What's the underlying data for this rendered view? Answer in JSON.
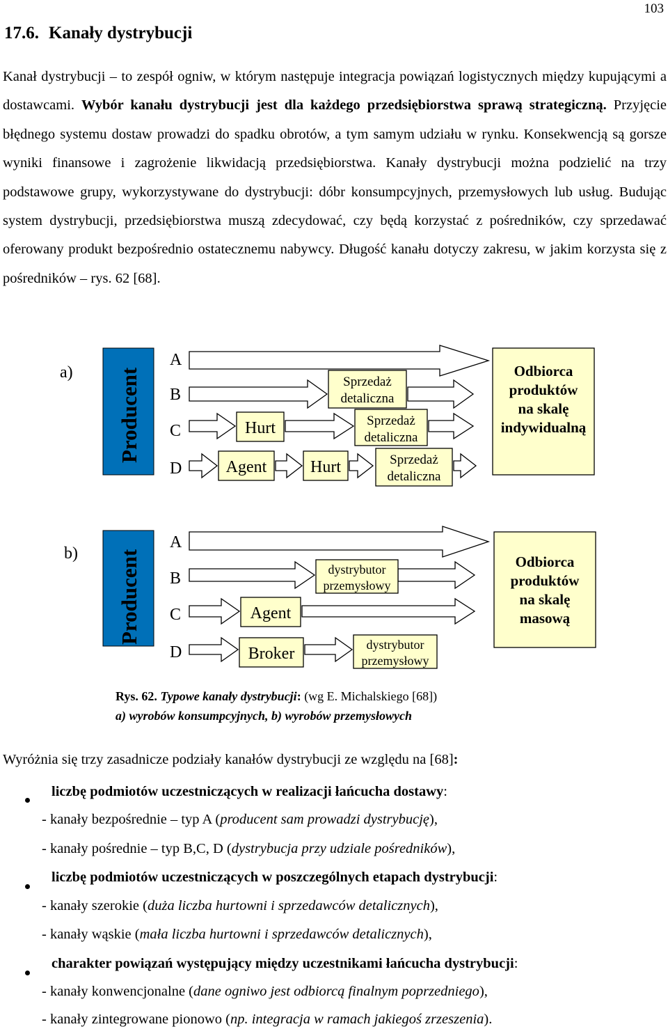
{
  "page_number": "103",
  "heading": {
    "number": "17.6.",
    "title": "Kanały dystrybucji"
  },
  "paragraph": {
    "s1": "Kanał dystrybucji – to zespół ogniw, w którym następuje integracja powiązań logistycznych między kupującymi a dostawcami. ",
    "s2_bold": "Wybór kanału dystrybucji jest dla każdego przedsiębiorstwa sprawą strategiczną.",
    "s3": " Przyjęcie błędnego systemu dostaw prowadzi do spadku obrotów, a tym samym udziału w rynku. Konsekwencją są gorsze wyniki finansowe i zagrożenie likwidacją przedsiębiorstwa. Kanały dystrybucji można podzielić na trzy podstawowe grupy, wykorzystywane do dystrybucji: dóbr konsumpcyjnych, przemysłowych lub usług. Budując system dystrybucji, przedsiębiorstwa muszą zdecydować, czy będą korzystać z pośredników, czy sprzedawać oferowany produkt bezpośrednio ostatecznemu nabywcy. Długość kanału dotyczy zakresu, w jakim korzysta się z pośredników – rys. 62 [68]."
  },
  "diagram": {
    "a": {
      "label": "a)",
      "producer": "Producent",
      "rows": [
        "A",
        "B",
        "C",
        "D"
      ],
      "hurt1": "Hurt",
      "agent": "Agent",
      "hurt2": "Hurt",
      "retail": [
        "Sprzedaż",
        "detaliczna"
      ],
      "target": [
        "Odbiorca",
        "produktów",
        "na skalę",
        "indywidualną"
      ]
    },
    "b": {
      "label": "b)",
      "producer": "Producent",
      "rows": [
        "A",
        "B",
        "C",
        "D"
      ],
      "agent": "Agent",
      "broker": "Broker",
      "distributor": [
        "dystrybutor",
        "przemysłowy"
      ],
      "target": [
        "Odbiorca",
        "produktów",
        "na skalę",
        "masową"
      ]
    },
    "colors": {
      "blue": "#0070b8",
      "box_fill": "#ffffcc",
      "arrow_fill": "#ffffff"
    }
  },
  "caption": {
    "prefix": "Rys. 62.",
    "title": "Typowe kanały dystrybucji",
    "colon": ":",
    "source": " (wg E. Michalskiego [68])",
    "line2": "a) wyrobów konsumpcyjnych, b) wyrobów przemysłowych"
  },
  "intro": {
    "text": "Wyróżnia się trzy zasadnicze podziały kanałów dystrybucji ze względu na [68]",
    "colon": ":"
  },
  "list": [
    {
      "bold": "liczbę podmiotów uczestniczących w realizacji łańcucha dostawy",
      "rest": ":"
    },
    {
      "pre": "- kanały bezpośrednie – typ A  (",
      "ital": "producent sam prowadzi dystrybucję",
      "post": "),"
    },
    {
      "pre": "- kanały pośrednie – typ B,C, D (",
      "ital": "dystrybucja przy udziale pośredników",
      "post": "),"
    },
    {
      "bold": "liczbę podmiotów uczestniczących w poszczególnych etapach dystrybucji",
      "rest": ":"
    },
    {
      "pre": "-  kanały szerokie (",
      "ital": "duża liczba hurtowni i sprzedawców detalicznych",
      "post": "),"
    },
    {
      "pre": "-  kanały wąskie (",
      "ital": "mała liczba hurtowni i sprzedawców detalicznych",
      "post": "),"
    },
    {
      "bold": "charakter powiązań występujący między uczestnikami łańcucha  dystrybucji",
      "rest": ":"
    },
    {
      "pre": "-  kanały konwencjonalne (",
      "ital": "dane ogniwo jest odbiorcą finalnym poprzedniego",
      "post": "),"
    },
    {
      "pre": "-  kanały zintegrowane pionowo (",
      "ital": "np. integracja w ramach jakiegoś zrzeszenia",
      "post": ")."
    }
  ]
}
